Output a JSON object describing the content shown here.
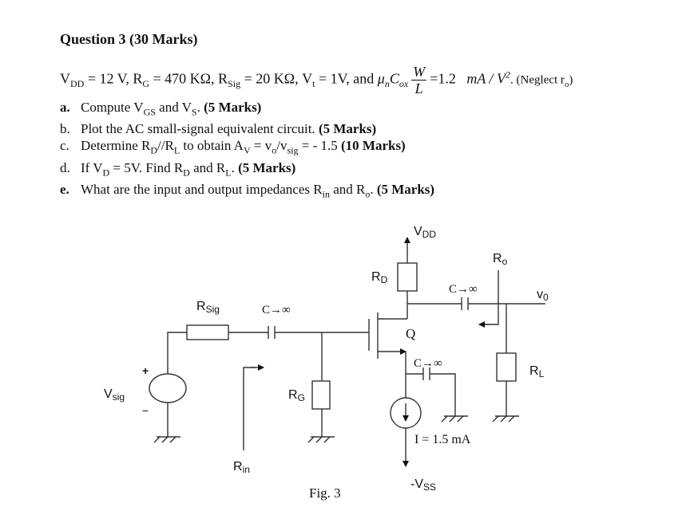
{
  "question": {
    "title": "Question 3 (30 Marks)",
    "given": {
      "vdd": "V",
      "vdd_sub": "DD",
      "vdd_val": " = 12 V, R",
      "rg_sub": "G",
      "rg_val": " = 470 KΩ, R",
      "rsig_sub": "Sig",
      "rsig_val": " = 20 KΩ, V",
      "vt_sub": "t",
      "vt_val": " = 1V, and ",
      "mu": "μ",
      "mu_sub": "n",
      "cox": "C",
      "cox_sub": "ox",
      "frac_num": "W",
      "frac_den": "L",
      "k_val": "=1.2",
      "unit": "mA / V",
      "unit_sup": "2",
      "neglect": ". (Neglect r",
      "neglect_sub": "o",
      "neglect_end": ")"
    },
    "parts": [
      {
        "letter": "a.",
        "text": "Compute V",
        "s1": "GS",
        "t2": " and V",
        "s2": "S",
        "t3": ". ",
        "marks": "(5 Marks)",
        "bold_letter": true
      },
      {
        "letter": "b.",
        "text": "Plot the AC small-signal equivalent circuit. ",
        "marks": "(5 Marks)",
        "bold_letter": false
      },
      {
        "letter": "c.",
        "text": "Determine R",
        "s1": "D",
        "t2": "//R",
        "s2": "L",
        "t3": " to obtain A",
        "s3": "V",
        "t4": " = v",
        "s4": "o",
        "t5": "/v",
        "s5": "sig",
        "t6": " = - 1.5 ",
        "marks": "(10 Marks)",
        "bold_letter": false
      },
      {
        "letter": "d.",
        "text": "If V",
        "s1": "D",
        "t2": " = 5V. Find R",
        "s2": "D",
        "t3": " and R",
        "s3": "L",
        "t4": ". ",
        "marks": "(5 Marks)",
        "bold_letter": false
      },
      {
        "letter": "e.",
        "text": "What are the input and output impedances R",
        "s1": "in",
        "t2": " and R",
        "s2": "o",
        "t3": ". ",
        "marks": "(5 Marks)",
        "bold_letter": true
      }
    ]
  },
  "circuit": {
    "vdd_label": "V",
    "vdd_sub": "DD",
    "rd_label": "R",
    "rd_sub": "D",
    "ro_label": "R",
    "ro_sub": "o",
    "vo_label": "v",
    "vo_sub": "0",
    "cap_label": "C→∞",
    "rsig_label": "R",
    "rsig_sub": "Sig",
    "vsig_label": "V",
    "vsig_sub": "sig",
    "plus": "+",
    "minus": "−",
    "rg_label": "R",
    "rg_sub": "G",
    "rl_label": "R",
    "rl_sub": "L",
    "q_label": "Q",
    "current_label": "I = 1.5 mA",
    "vss_label": "-V",
    "vss_sub": "SS",
    "rin_label": "R",
    "rin_sub": "in",
    "fig_caption": "Fig. 3"
  }
}
